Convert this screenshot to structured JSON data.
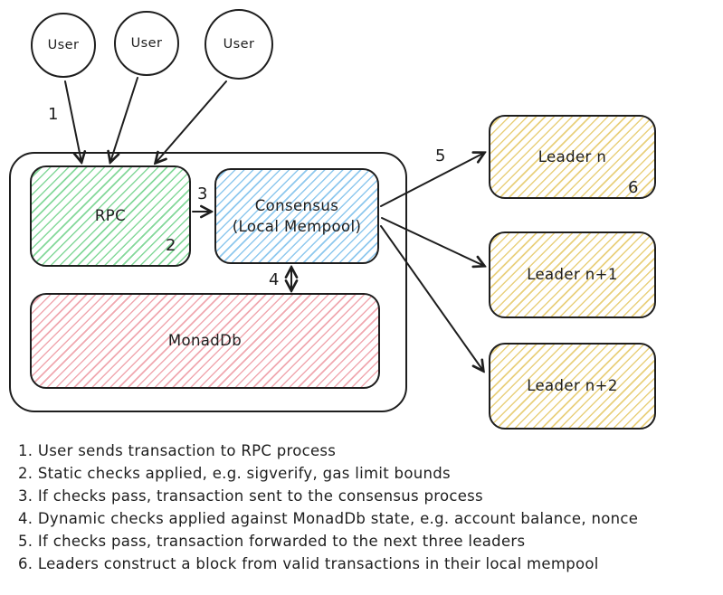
{
  "colors": {
    "stroke": "#1e1e1e",
    "green_hatch": "#84d89a",
    "blue_hatch": "#8ec8ee",
    "red_hatch": "#f0a8b0",
    "yellow_hatch": "#e9d07c"
  },
  "diagram": {
    "users": [
      {
        "label": "User"
      },
      {
        "label": "User"
      },
      {
        "label": "User"
      }
    ],
    "rpc": {
      "label": "RPC"
    },
    "consensus": {
      "line1": "Consensus",
      "line2": "(Local Mempool)"
    },
    "monaddb": {
      "label": "MonadDb"
    },
    "leaders": [
      {
        "label": "Leader n"
      },
      {
        "label": "Leader n+1"
      },
      {
        "label": "Leader n+2"
      }
    ],
    "steps": [
      "1",
      "2",
      "3",
      "4",
      "5",
      "6"
    ]
  },
  "legend": {
    "items": [
      "1. User sends transaction to RPC process",
      "2. Static checks applied, e.g. sigverify, gas limit bounds",
      "3. If checks pass, transaction sent to the consensus process",
      "4. Dynamic checks applied against MonadDb state, e.g. account balance, nonce",
      "5. If checks pass, transaction forwarded to the next three leaders",
      "6. Leaders construct a block from valid transactions in their local mempool"
    ]
  }
}
